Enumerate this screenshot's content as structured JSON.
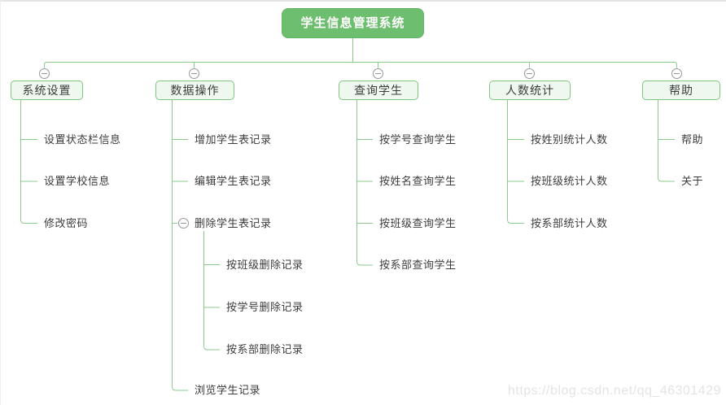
{
  "diagram": {
    "root": "学生信息管理系统",
    "branches": [
      {
        "label": "系统设置",
        "children": [
          "设置状态栏信息",
          "设置学校信息",
          "修改密码"
        ]
      },
      {
        "label": "数据操作",
        "children": [
          "增加学生表记录",
          "编辑学生表记录",
          "删除学生表记录",
          "浏览学生记录"
        ],
        "sub_children": [
          "按班级删除记录",
          "按学号删除记录",
          "按系部删除记录"
        ]
      },
      {
        "label": "查询学生",
        "children": [
          "按学号查询学生",
          "按姓名查询学生",
          "按班级查询学生",
          "按系部查询学生"
        ]
      },
      {
        "label": "人数统计",
        "children": [
          "按姓别统计人数",
          "按班级统计人数",
          "按系部统计人数"
        ]
      },
      {
        "label": "帮助",
        "children": [
          "帮助",
          "关于"
        ]
      }
    ]
  },
  "icons": {
    "collapse": "minus-circle"
  },
  "watermark": "https://blog.csdn.net/qq_46301429",
  "colors": {
    "root-fill": "#6ebe6f",
    "root-border": "#63b464",
    "branch-fill": "#eff8ef",
    "branch-border": "#7fc67f",
    "line-color": "#8ccb8c",
    "icon-color": "#979797",
    "text-color": "#3c3c3c",
    "watermark-color": "#e4e4e4"
  }
}
